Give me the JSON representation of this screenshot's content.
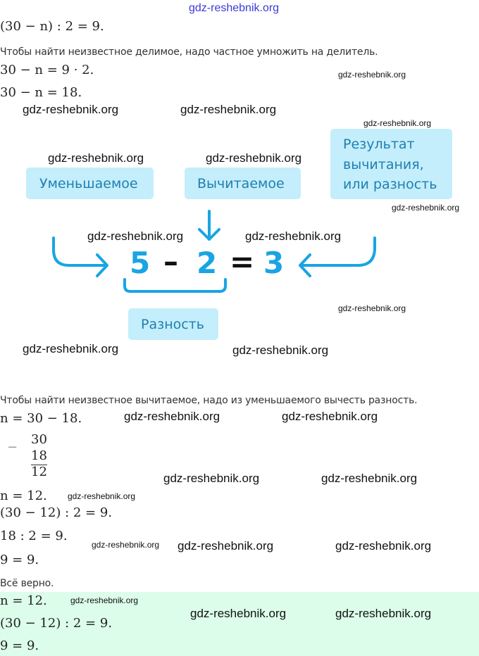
{
  "watermark": "gdz-reshebnik.org",
  "lines": {
    "eq1": "(30 − n) : 2 = 9.",
    "rule1": "Чтобы найти неизвестное делимое, надо частное умножить на делитель.",
    "eq2": "30 − n = 9 · 2.",
    "eq3": "30 − n = 18.",
    "rule2": "Чтобы найти неизвестное вычитаемое, надо из уменьшаемого вычесть разность.",
    "eq4": "n = 30 − 18.",
    "col_minus": "−",
    "col_a": "30",
    "col_b": "18",
    "col_res": "12",
    "eq5": "n = 12.",
    "check1": "(30 − 12) : 2 = 9.",
    "check2": "18 : 2 = 9.",
    "check3": "9 = 9.",
    "verdict": "Всё верно.",
    "ans1": "n = 12.",
    "ans2": "(30 − 12) : 2 = 9.",
    "ans3": "9 = 9."
  },
  "diagram": {
    "minuend_label": "Уменьшаемое",
    "subtrahend_label": "Вычитаемое",
    "result_label_1": "Результат",
    "result_label_2": "вычитания,",
    "result_label_3": "или разность",
    "difference_label": "Разность",
    "num_a": "5",
    "op_minus": "–",
    "num_b": "2",
    "op_eq": "=",
    "num_c": "3",
    "accent": "#19a5e2",
    "box_color": "#c4eefb"
  },
  "colors": {
    "answer_bg": "#dcfdea"
  }
}
